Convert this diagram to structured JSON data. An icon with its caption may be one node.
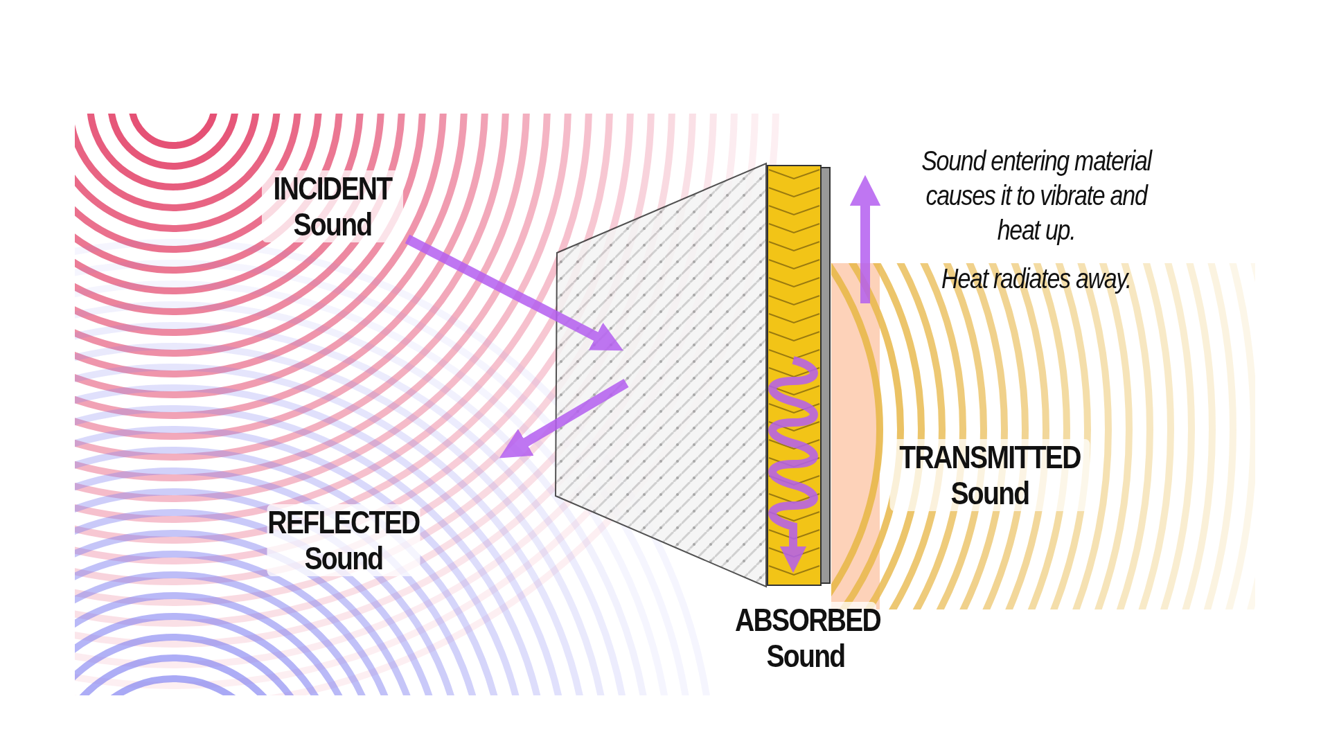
{
  "diagram": {
    "labels": [
      "INCIDENT Sound",
      "REFLECTED Sound",
      "ABSORBED Sound",
      "TRANSMITTED Sound",
      "Sound entering material causes it to vibrate and heat up.",
      "Heat radiates away."
    ]
  }
}
